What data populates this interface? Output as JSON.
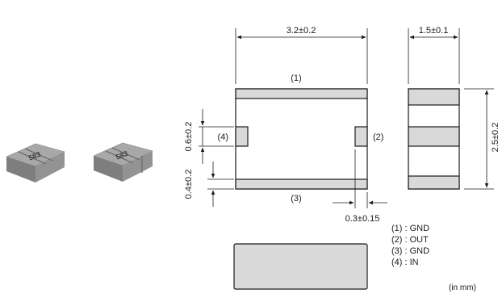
{
  "dimensions": {
    "length": "3.2±0.2",
    "thickness": "1.5±0.1",
    "width": "2.5±0.2",
    "side_terminal": "0.6±0.2",
    "end_band": "0.4±0.2",
    "terminal_offset": "0.3±0.15"
  },
  "pins": {
    "p1": "(1)",
    "p2": "(2)",
    "p3": "(3)",
    "p4": "(4)"
  },
  "chip_marking": "583",
  "legend": [
    "(1) : GND",
    "(2) : OUT",
    "(3) : GND",
    "(4) : IN"
  ],
  "units": "(in mm)",
  "colors": {
    "line": "#1a1a1a",
    "terminal_fill": "#d9d9d9",
    "body_fill": "#ffffff",
    "chip_top": "#9a9a9a",
    "chip_side": "#7d7d7d"
  }
}
